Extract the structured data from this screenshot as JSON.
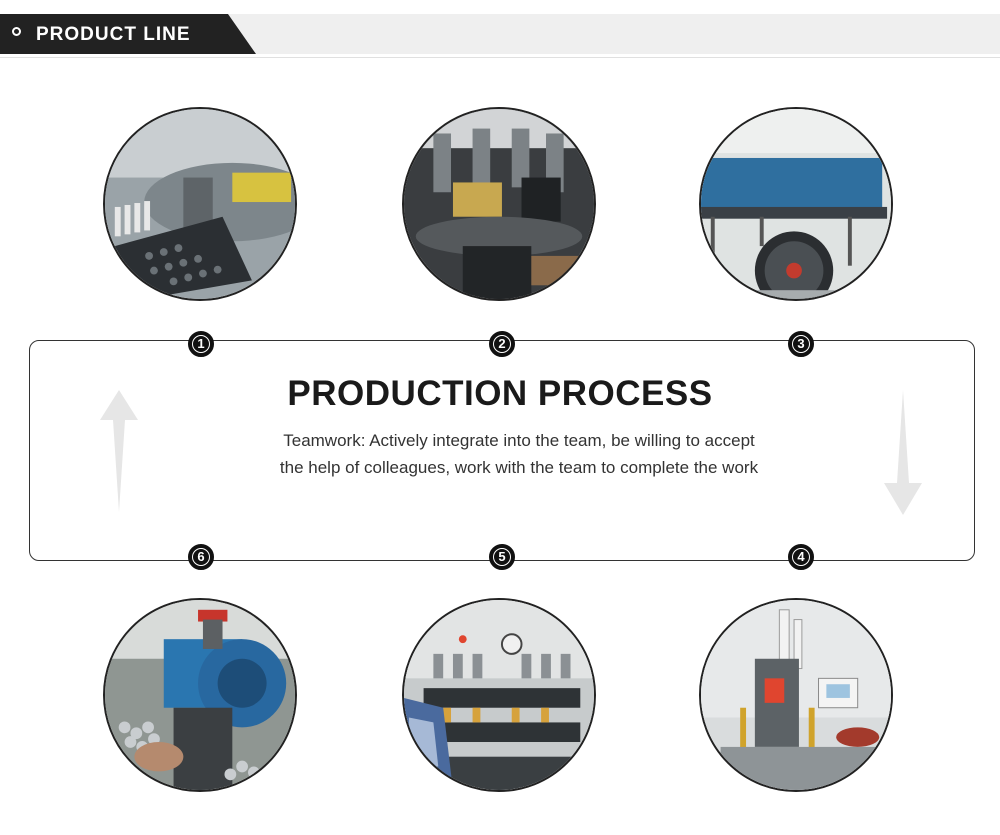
{
  "header": {
    "title": "PRODUCT LINE"
  },
  "process": {
    "title": "PRODUCTION PROCESS",
    "description": "Teamwork: Actively integrate into the team, be willing to accept the help of colleagues, work with the team to complete the work"
  },
  "steps": [
    "1",
    "2",
    "3",
    "4",
    "5",
    "6"
  ],
  "colors": {
    "dark": "#222222",
    "banner": "#efefef",
    "arrow": "#e6e6e6"
  }
}
